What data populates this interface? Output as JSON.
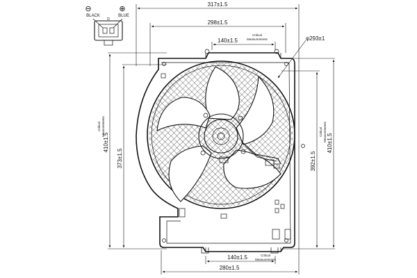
{
  "connector": {
    "minus_symbol": "⊖",
    "plus_symbol": "⊕",
    "left_wire": "BLACK",
    "right_wire": "BLUE"
  },
  "dimensions": {
    "overall_width": "317±1.5",
    "inner_width": "298±1.5",
    "top_mount_spacing": "140±1.5",
    "top_mount_note": [
      "Critical",
      "Measurements"
    ],
    "shroud_diameter": "φ293±1",
    "left_height_outer": "410±1.5",
    "left_height_outer_note": [
      "Critical",
      "Measurements"
    ],
    "left_height_inner": "373±1.5",
    "right_height_inner": "392±1.5",
    "right_height_outer": "410±1.5",
    "right_height_outer_note": [
      "Critical",
      "Measurements"
    ],
    "bottom_mount_spacing": "140±1.5",
    "bottom_mount_note": [
      "Critical",
      "Measurements"
    ],
    "bottom_width": "280±1.5"
  },
  "colors": {
    "line": "#111111",
    "background": "#ffffff"
  }
}
